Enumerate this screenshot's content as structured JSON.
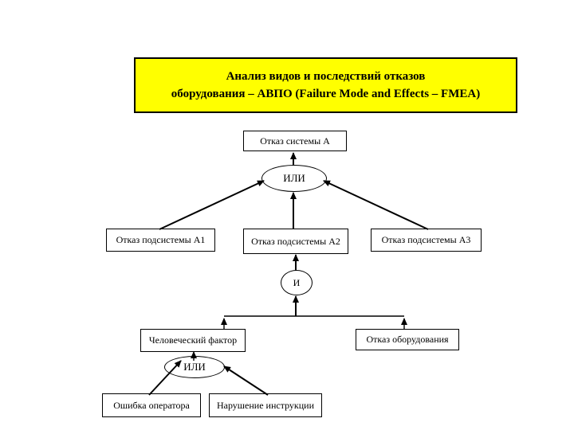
{
  "slide": {
    "colors": {
      "background": "#ffffff",
      "title_background": "#ffff00",
      "box_background": "#ffffff",
      "line_color": "#000000",
      "text_color": "#000000"
    },
    "title": {
      "text_line1": "Анализ видов и последствий отказов",
      "text_line2": "оборудования – АВПО (Failure Mode and Effects – FMEA)"
    },
    "tree": {
      "top_event": {
        "label": "Отказ системы А"
      },
      "gate_or_top": {
        "label": "ИЛИ"
      },
      "subsystem_a1": {
        "label": "Отказ подсистемы А1"
      },
      "subsystem_a2": {
        "label": "Отказ подсистемы А2"
      },
      "subsystem_a3": {
        "label": "Отказ подсистемы А3"
      },
      "gate_and": {
        "label": "И"
      },
      "human_factor": {
        "label": "Человеческий фактор"
      },
      "equipment_failure": {
        "label": "Отказ оборудования"
      },
      "gate_or_bottom": {
        "label": "ИЛИ"
      },
      "operator_error": {
        "label": "Ошибка оператора"
      },
      "instruction_violation": {
        "label": "Нарушение инструкции"
      }
    }
  }
}
